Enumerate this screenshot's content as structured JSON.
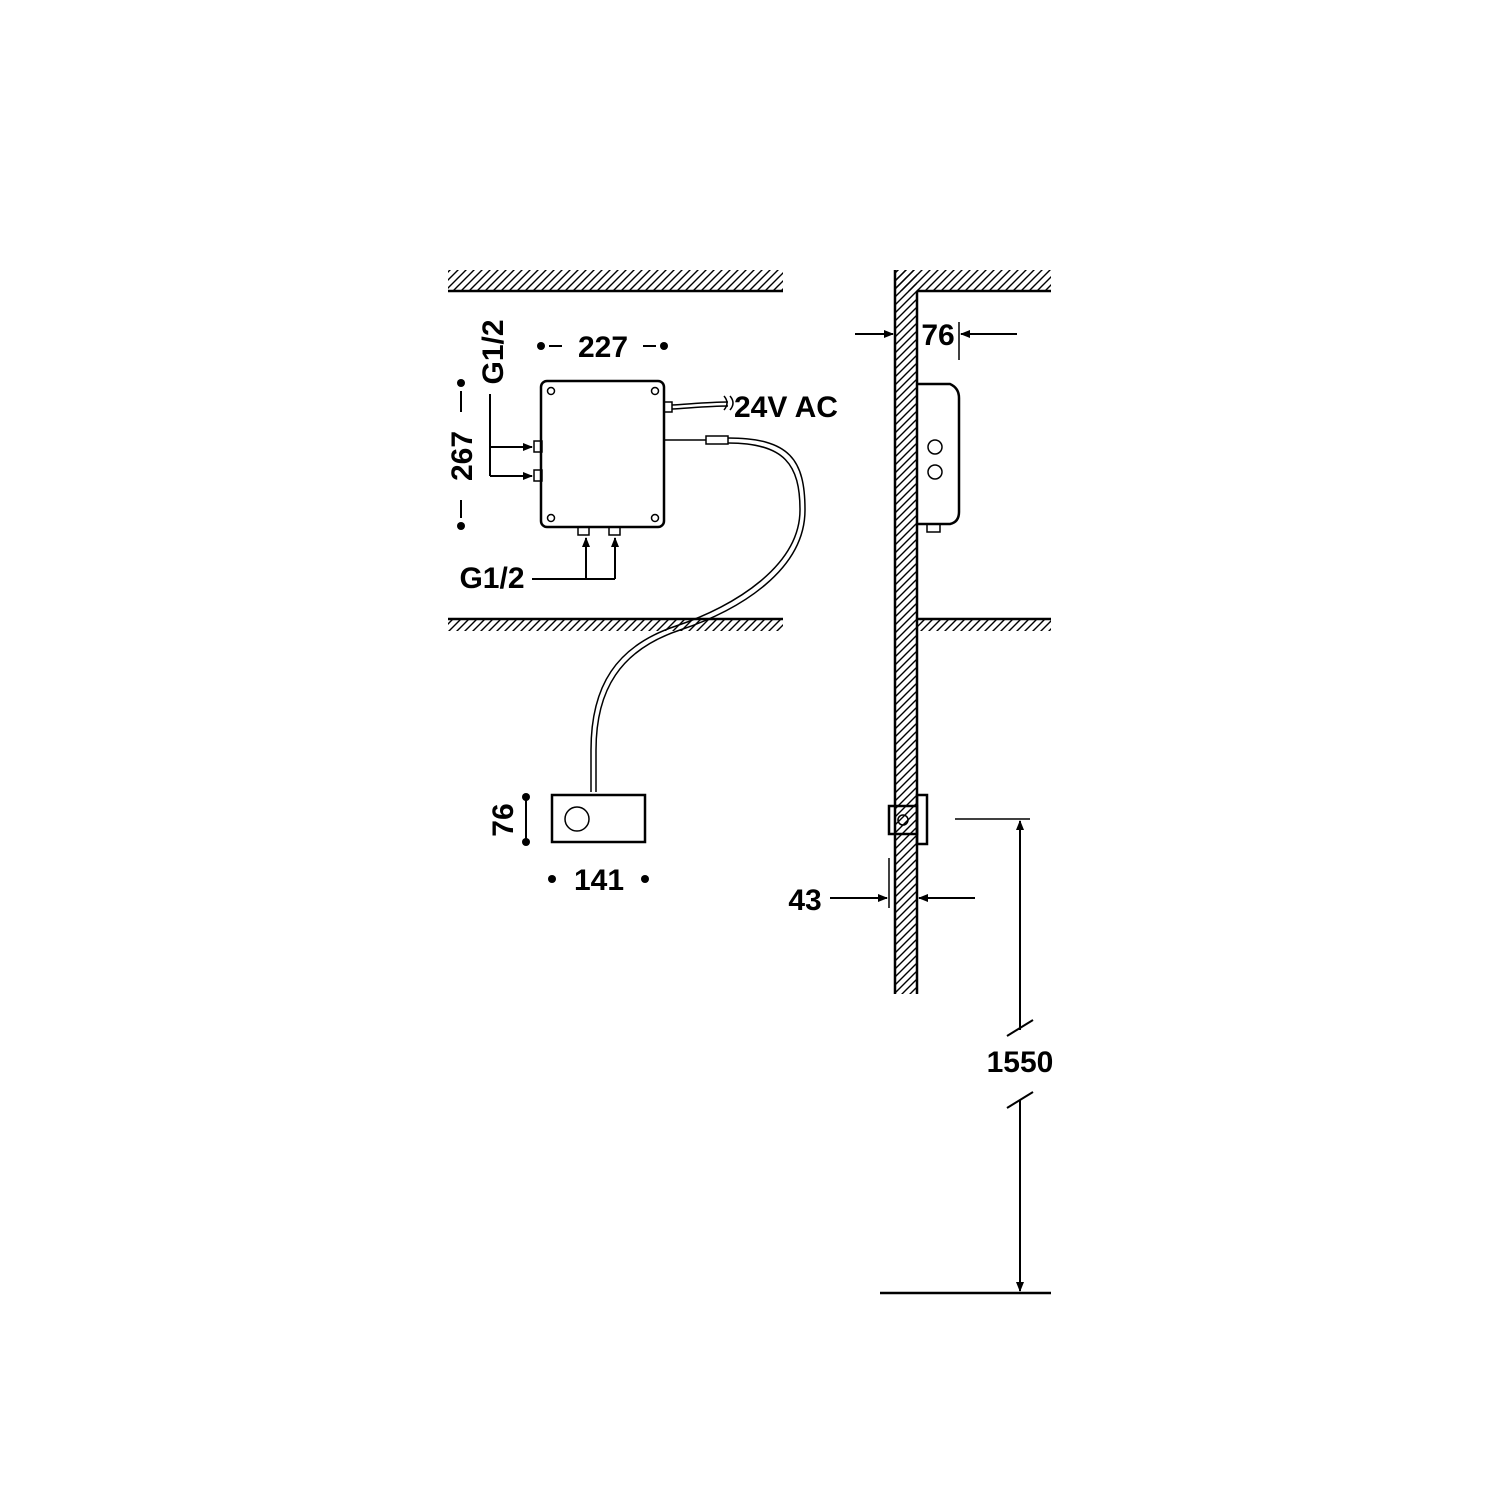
{
  "labels": {
    "box_width": "227",
    "box_height": "267",
    "inlet_side": "G1/2",
    "inlet_bottom": "G1/2",
    "power": "24V AC",
    "sensor_height": "76",
    "sensor_width": "141",
    "wall_box_depth": "76",
    "sensor_depth": "43",
    "install_height": "1550"
  },
  "colors": {
    "line": "#000000",
    "background": "#ffffff"
  }
}
